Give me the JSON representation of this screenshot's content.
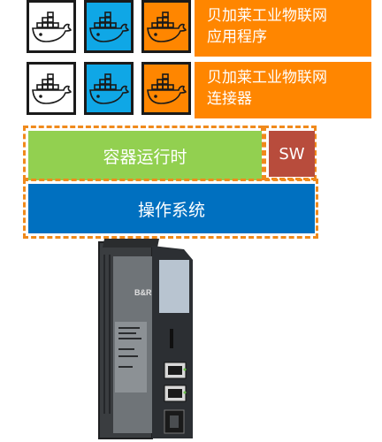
{
  "apps_row": {
    "label_line1": "贝加莱工业物联网",
    "label_line2": "应用程序",
    "tile_colors": [
      "#ffffff",
      "#0fa7e6",
      "#ff8600"
    ],
    "icon": "docker-whale-icon"
  },
  "connectors_row": {
    "label_line1": "贝加莱工业物联网",
    "label_line2": "连接器",
    "tile_colors": [
      "#ffffff",
      "#0fa7e6",
      "#ff8600"
    ],
    "icon": "docker-whale-icon"
  },
  "runtime": {
    "label": "容器运行时",
    "color": "#92d050"
  },
  "sw": {
    "label": "SW",
    "color": "#b84c3c"
  },
  "os": {
    "label": "操作系统",
    "color": "#0070c0"
  },
  "device": {
    "brand_mark": "B&R",
    "icon": "industrial-pc-device"
  },
  "accent_colors": {
    "orange": "#ff8600",
    "dashed_border": "#f08a1c"
  }
}
